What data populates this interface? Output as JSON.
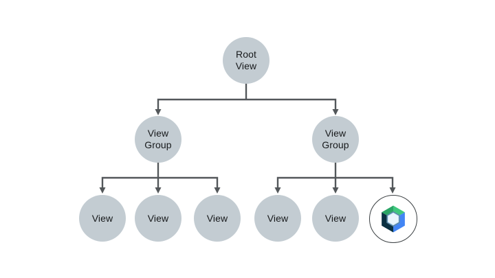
{
  "diagram": {
    "type": "tree",
    "nodes": {
      "root": {
        "label": "Root\nView"
      },
      "view_group": {
        "label": "View\nGroup"
      },
      "view": {
        "label": "View"
      },
      "compose": {
        "icon": "jetpack-compose-logo"
      }
    },
    "structure": {
      "root": "Root View",
      "root_children": [
        "View Group",
        "View Group"
      ],
      "left_group_children": [
        "View",
        "View",
        "View"
      ],
      "right_group_children": [
        "View",
        "View",
        "jetpack-compose-logo"
      ]
    }
  },
  "colors": {
    "background": "#FFFFFF",
    "node_fill": "#C3CCD2",
    "connector": "#53575A",
    "text": "#17191B",
    "compose_ring": "#3A3F42",
    "compose_green": "#3FC77E",
    "compose_green_dark": "#2AA566",
    "compose_blue": "#4285F4",
    "compose_navy": "#0A3042",
    "compose_bevel": "#4E7E9E",
    "compose_center": "#E9F5FC",
    "compose_center_edge": "#C6E4F7"
  }
}
